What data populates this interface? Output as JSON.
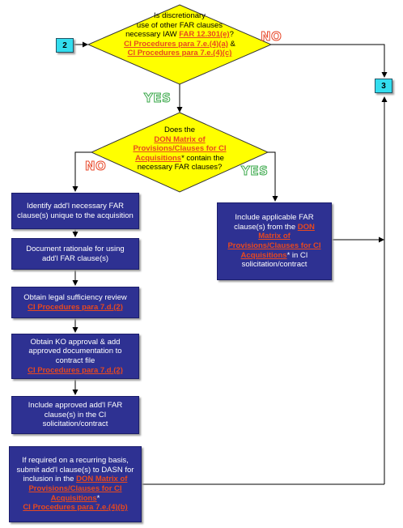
{
  "connectors": {
    "entry": "2",
    "exit": "3"
  },
  "decision1": {
    "line1": "Is discretionary",
    "line2": "use of other FAR clauses",
    "line3_prefix": "necessary IAW ",
    "link1": "FAR 12.301(e)",
    "line3_suffix": "?",
    "link2": "CI Procedures para 7.e.(4)(a)",
    "amp": " &",
    "link3": "CI Procedures para 7.e.(4)(c)",
    "no_label": "NO",
    "yes_label": "YES"
  },
  "decision2": {
    "line1": "Does the",
    "link": "DON Matrix of Provisions/Clauses for CI Acquisitions",
    "link_suffix": "* contain the",
    "line3": "necessary FAR clauses?",
    "no_label": "NO",
    "yes_label": "YES"
  },
  "yes_box": {
    "text": "Include applicable FAR clause(s) from the",
    "link": "DON Matrix of Provisions/Clauses for CI Acquisitions",
    "suffix": "* in CI solicitation/contract"
  },
  "steps": [
    {
      "text": "Identify add'l necessary FAR clause(s) unique to the acquisition"
    },
    {
      "text": "Document rationale for using add'l FAR clause(s)"
    },
    {
      "text": "Obtain legal sufficiency review",
      "link": "CI Procedures para 7.d.(2)"
    },
    {
      "text": "Obtain KO approval & add approved documentation to contract file",
      "link": "CI Procedures para 7.d.(2)"
    },
    {
      "text": "Include approved add'l FAR clause(s) in the CI solicitation/contract"
    },
    {
      "text": "If required on a recurring basis, submit add'l clause(s) to DASN for inclusion in the",
      "link": "DON Matrix of Provisions/Clauses for CI Acquisitions",
      "link_suffix": "*",
      "link2": "CI Procedures para 7.e.(4)(b)"
    }
  ]
}
